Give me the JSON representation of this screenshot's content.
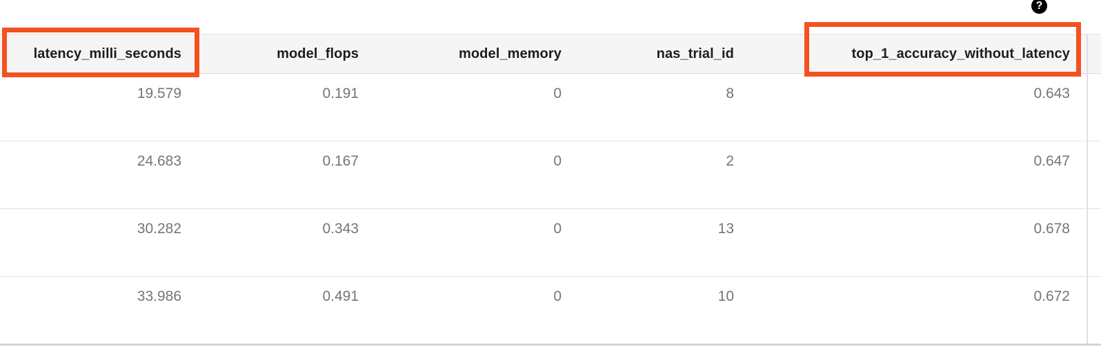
{
  "help": {
    "glyph": "?"
  },
  "colors": {
    "highlight": "#f4511e",
    "header_background": "#f5f5f5",
    "cell_text": "#757575",
    "header_text": "#1d1d1d"
  },
  "table": {
    "columns": [
      {
        "label": "latency_milli_seconds",
        "highlighted": true
      },
      {
        "label": "model_flops",
        "highlighted": false
      },
      {
        "label": "model_memory",
        "highlighted": false
      },
      {
        "label": "nas_trial_id",
        "highlighted": false
      },
      {
        "label": "top_1_accuracy_without_latency",
        "highlighted": true
      }
    ],
    "rows": [
      [
        "19.579",
        "0.191",
        "0",
        "8",
        "0.643"
      ],
      [
        "24.683",
        "0.167",
        "0",
        "2",
        "0.647"
      ],
      [
        "30.282",
        "0.343",
        "0",
        "13",
        "0.678"
      ],
      [
        "33.986",
        "0.491",
        "0",
        "10",
        "0.672"
      ]
    ]
  }
}
